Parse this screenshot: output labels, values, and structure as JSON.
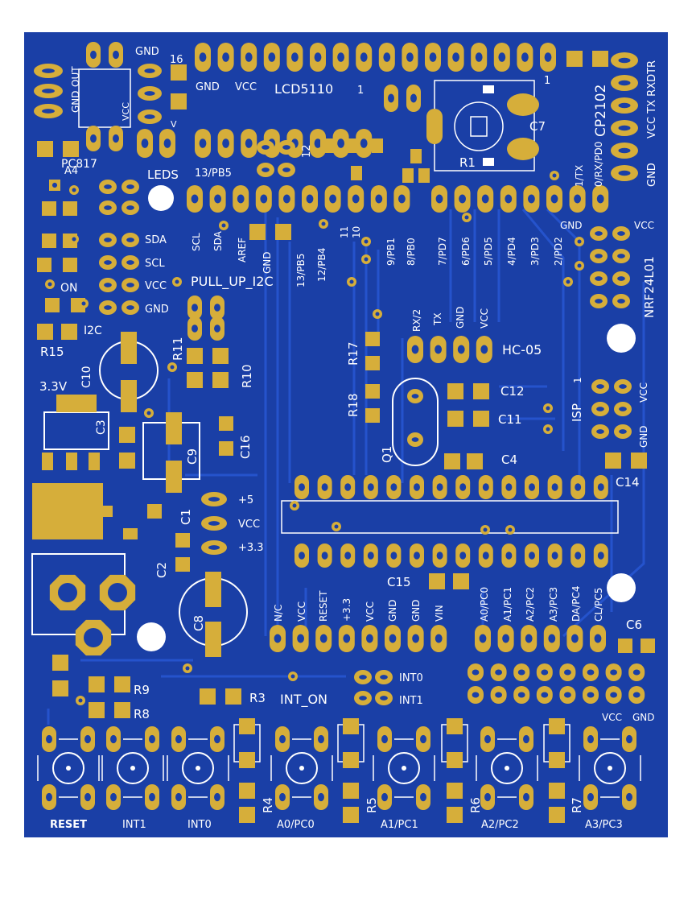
{
  "colors": {
    "board": "#1a3fa6",
    "trace": "#1f4cc2",
    "pad": "#d6ae3a",
    "pad_hole": "#1a3fa6",
    "silk": "#ffffff"
  },
  "labels": {
    "out": "OUT",
    "gnd_reg": "GND",
    "vcc_reg": "VCC",
    "v_small": "V",
    "gnd_top": "GND",
    "pin16": "16",
    "pc817": "PC817",
    "a4": "A4",
    "lcd_gnd": "GND",
    "lcd_vcc": "VCC",
    "lcd5110": "LCD5110",
    "lcd_one": "1",
    "r1": "R1",
    "c7": "C7",
    "cp2102": "CP2102",
    "cp_pins": "VCC TX RXDTR",
    "cp_gnd": "GND",
    "cp_one": "1",
    "leds": "LEDS",
    "leds_pin": "13/PB5",
    "twelve": "12",
    "sda": "SDA",
    "scl": "SCL",
    "vcc_i2c": "VCC",
    "gnd_i2c": "GND",
    "on": "ON",
    "i2c": "I2C",
    "pullup": "PULL_UP_I2C",
    "scl_v": "SCL",
    "sda_v": "SDA",
    "aref": "AREF",
    "gnd_v": "GND",
    "pb5_3": "13/PB5",
    "pb4": "12/PB4",
    "eleven": "11",
    "ten": "10",
    "pb1": "9/PB1",
    "pb0": "8/PB0",
    "pd7": "7/PD7",
    "pd6": "6/PD6",
    "pd5": "5/PD5",
    "pd4": "4/PD4",
    "pd3": "3/PD3",
    "pd2": "2/PD2",
    "tx_pd1": "1/TX",
    "rx_pd0": "0/RX/PD0",
    "gnd_hdr": "GND",
    "vcc_nrf": "VCC",
    "nrf": "NRF24L01",
    "r15": "R15",
    "v33": "3.3V",
    "c10": "C10",
    "r11": "R11",
    "r10": "R10",
    "c3": "C3",
    "c9": "C9",
    "c16": "C16",
    "r17": "R17",
    "r18": "R18",
    "q1": "Q1",
    "rx2": "RX/2",
    "tx": "TX",
    "gnd_hc": "GND",
    "vcc_hc": "VCC",
    "hc05": "HC-05",
    "c12": "C12",
    "c11": "C11",
    "c4": "C4",
    "isp": "ISP",
    "isp1": "1",
    "isp_vcc": "VCC",
    "isp_gnd": "GND",
    "c14": "C14",
    "c1": "C1",
    "c2": "C2",
    "c8": "C8",
    "p5": "+5",
    "pvcc": "VCC",
    "p33": "+3.3",
    "c15": "C15",
    "nc": "N/C",
    "vcc_b": "VCC",
    "reset_b": "RESET",
    "v33_b": "+3.3",
    "vcc_b2": "VCC",
    "gnd_b1": "GND",
    "gnd_b2": "GND",
    "vin": "VIN",
    "a0": "A0/PC0",
    "a1": "A1/PC1",
    "a2": "A2/PC2",
    "a3": "A3/PC3",
    "a4pc4": "DA/PC4",
    "a5": "CL/PC5",
    "c6": "C6",
    "r9": "R9",
    "r8": "R8",
    "r3": "R3",
    "int_on": "INT_ON",
    "int0": "INT0",
    "int1": "INT1",
    "vcc_r": "VCC",
    "gnd_r": "GND",
    "r4": "R4",
    "r5": "R5",
    "r6": "R6",
    "r7": "R7",
    "btn_reset": "RESET",
    "btn_int1": "INT1",
    "btn_int0": "INT0",
    "btn_a0": "A0/PC0",
    "btn_a1": "A1/PC1",
    "btn_a2": "A2/PC2",
    "btn_a3": "A3/PC3"
  }
}
